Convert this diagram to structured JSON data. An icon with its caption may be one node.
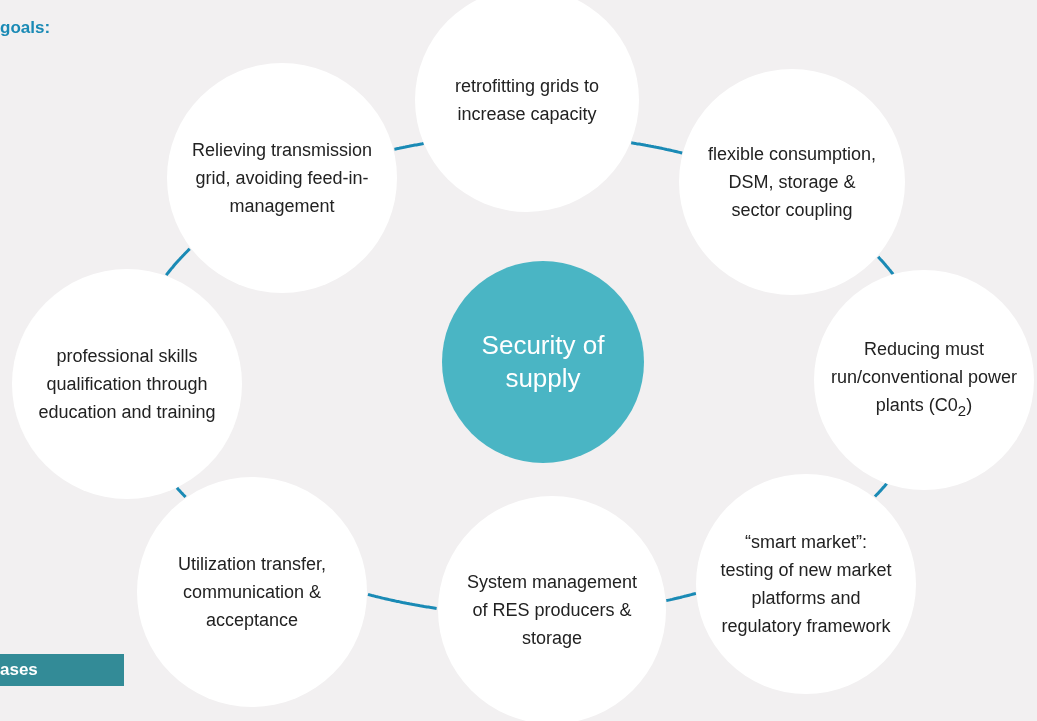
{
  "diagram": {
    "nodes": [
      {
        "text": [
          "Security of supply"
        ]
      },
      {
        "text": [
          "retrofitting grids to increase capacity"
        ]
      },
      {
        "text": [
          "flexible consumption, DSM, storage & sector coupling"
        ]
      },
      {
        "text": [
          "Reducing must run/conventional power plants (C0$_{2}$)"
        ]
      },
      {
        "text": [
          "“smart market”: testing of new market platforms and regulatory framework"
        ]
      },
      {
        "text": [
          "System management of RES producers & storage"
        ]
      },
      {
        "text": [
          "Utilization transfer, communication & acceptance"
        ]
      },
      {
        "text": [
          "professional skills qualification through education and training"
        ]
      },
      {
        "text": [
          "Relieving transmission grid, avoiding feed-in-management"
        ]
      }
    ],
    "edges": [
      {
        "from": 1,
        "to": 2,
        "arrow": "none"
      },
      {
        "from": 2,
        "to": 3,
        "arrow": "none"
      },
      {
        "from": 3,
        "to": 4,
        "arrow": "none"
      },
      {
        "from": 4,
        "to": 5,
        "arrow": "none"
      },
      {
        "from": 5,
        "to": 6,
        "arrow": "none"
      },
      {
        "from": 6,
        "to": 7,
        "arrow": "none"
      },
      {
        "from": 7,
        "to": 8,
        "arrow": "none"
      },
      {
        "from": 8,
        "to": 1,
        "arrow": "none"
      }
    ],
    "labels": [
      "goals:",
      "ases"
    ]
  }
}
